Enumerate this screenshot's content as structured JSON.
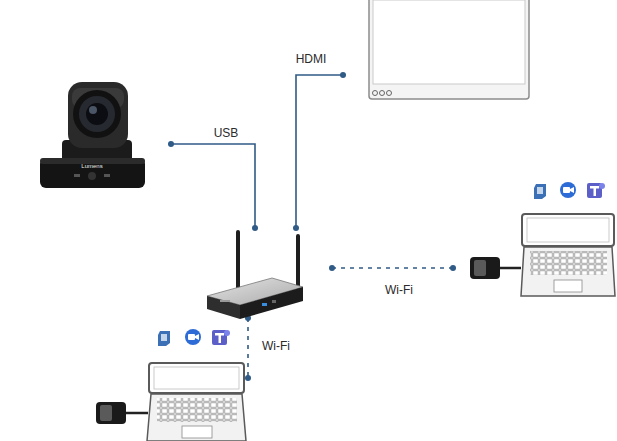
{
  "diagram": {
    "labels": [
      "USB",
      "HDMI",
      "Wi-Fi",
      "Wi-Fi",
      "Lumens"
    ]
  }
}
